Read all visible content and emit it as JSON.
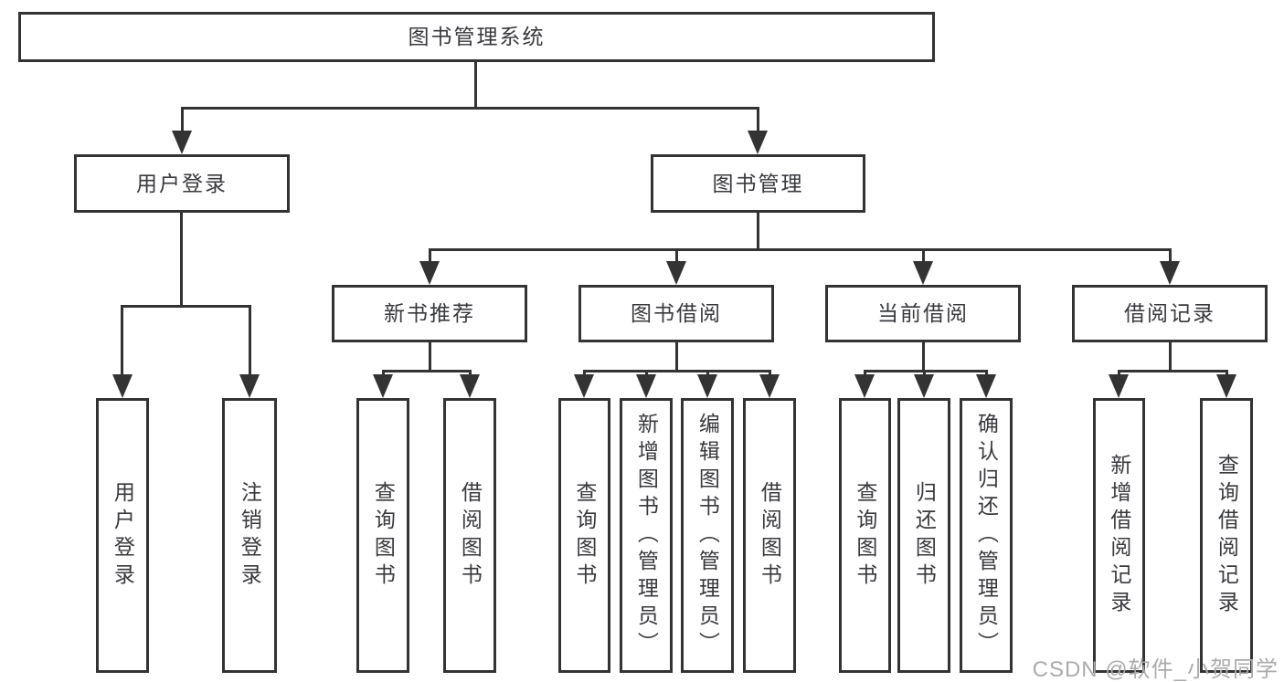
{
  "tree": {
    "root": {
      "label": "图书管理系统",
      "children": [
        {
          "label": "用户登录",
          "children": [
            {
              "label": "用户登录"
            },
            {
              "label": "注销登录"
            }
          ]
        },
        {
          "label": "图书管理",
          "children": [
            {
              "label": "新书推荐",
              "children": [
                {
                  "label": "查询图书"
                },
                {
                  "label": "借阅图书"
                }
              ]
            },
            {
              "label": "图书借阅",
              "children": [
                {
                  "label": "查询图书"
                },
                {
                  "label": "新增图书（管理员）"
                },
                {
                  "label": "编辑图书（管理员）"
                },
                {
                  "label": "借阅图书"
                }
              ]
            },
            {
              "label": "当前借阅",
              "children": [
                {
                  "label": "查询图书"
                },
                {
                  "label": "归还图书"
                },
                {
                  "label": "确认归还（管理员）"
                }
              ]
            },
            {
              "label": "借阅记录",
              "children": [
                {
                  "label": "新增借阅记录"
                },
                {
                  "label": "查询借阅记录"
                }
              ]
            }
          ]
        }
      ]
    }
  },
  "watermark": {
    "text": "CSDN @软件_小贺同学"
  },
  "colors": {
    "line": "#333333",
    "box_border": "#333333",
    "text": "#38393d",
    "watermark": "#ababab",
    "background": "#ffffff"
  }
}
